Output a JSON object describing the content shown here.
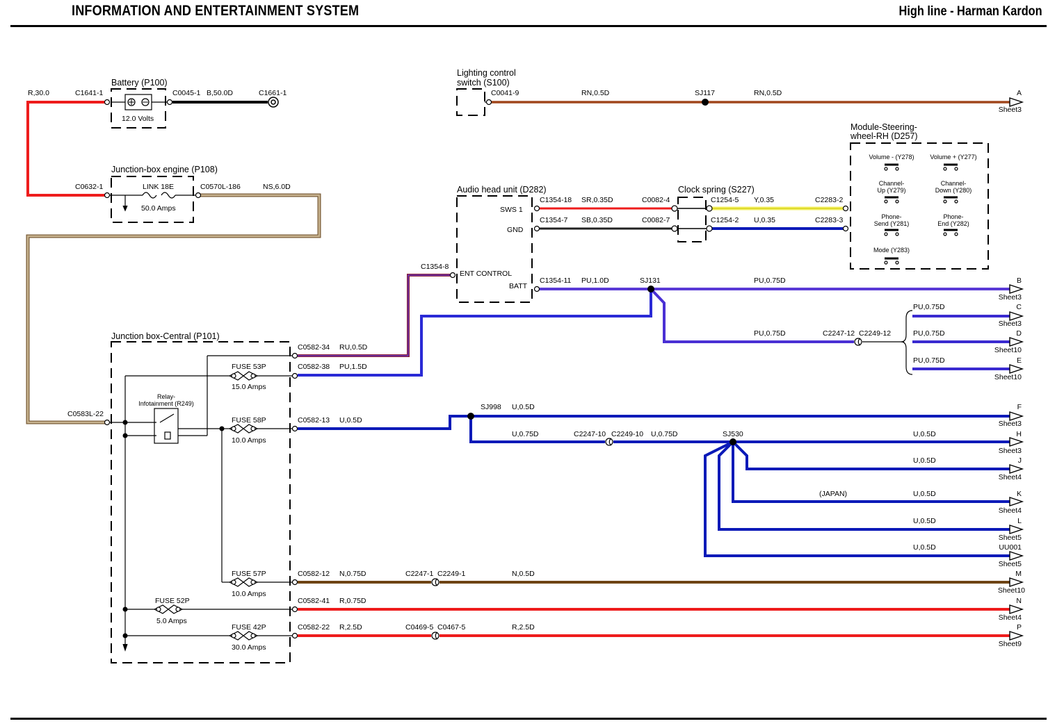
{
  "header": {
    "title": "INFORMATION AND ENTERTAINMENT SYSTEM",
    "subtitle": "High line - Harman Kardon"
  },
  "colors": {
    "red": "#ee1c1c",
    "blue": "#0b1ab8",
    "purple": "#5a3ad6",
    "brown": "#7a4a1a",
    "tan": "#a88c6a",
    "darkred": "#8c1f3a",
    "yellow": "#f4f060",
    "black": "#000000"
  },
  "components": {
    "battery": {
      "name": "Battery (P100)",
      "rating": "12.0 Volts"
    },
    "jbe": {
      "name": "Junction-box engine (P108)",
      "link": "LINK 18E",
      "rating": "50.0 Amps"
    },
    "lcs": {
      "name_line1": "Lighting control",
      "name_line2": "switch (S100)"
    },
    "ahu": {
      "name": "Audio head unit (D282)",
      "pins": [
        "SWS 1",
        "GND",
        "ENT CONTROL",
        "BATT"
      ]
    },
    "clock": {
      "name": "Clock spring (S227)"
    },
    "swm": {
      "name_line1": "Module-Steering-",
      "name_line2": "wheel-RH (D257)",
      "switches": [
        [
          "Volume - (Y278)"
        ],
        [
          "Volume + (Y277)"
        ],
        [
          "Channel-",
          "Up (Y279)"
        ],
        [
          "Channel-",
          "Down (Y280)"
        ],
        [
          "Phone-",
          "Send (Y281)"
        ],
        [
          "Phone-",
          "End (Y282)"
        ],
        [
          "Mode (Y283)"
        ]
      ]
    },
    "jbc": {
      "name": "Junction box-Central (P101)"
    },
    "relay": {
      "line1": "Relay-",
      "line2": "Infotainment (R249)"
    },
    "fuses": [
      {
        "name": "FUSE 53P",
        "rating": "15.0 Amps"
      },
      {
        "name": "FUSE 58P",
        "rating": "10.0 Amps"
      },
      {
        "name": "FUSE 57P",
        "rating": "10.0 Amps"
      },
      {
        "name": "FUSE 52P",
        "rating": "5.0 Amps"
      },
      {
        "name": "FUSE 42P",
        "rating": "30.0 Amps"
      }
    ]
  },
  "labels": {
    "bat_in": "R,30.0",
    "c1641": "C1641-1",
    "c0045": "C0045-1",
    "b50": "B,50.0D",
    "c1661": "C1661-1",
    "c0632": "C0632-1",
    "c0570": "C0570L-186",
    "ns6": "NS,6.0D",
    "c0583": "C0583L-22",
    "c0041": "C0041-9",
    "rn1": "RN,0.5D",
    "sj117": "SJ117",
    "rn2": "RN,0.5D",
    "c1354_18": "C1354-18",
    "sr035": "SR,0.35D",
    "c0082_4": "C0082-4",
    "c1254_5": "C1254-5",
    "y035": "Y,0.35",
    "c2283_2": "C2283-2",
    "c1354_7": "C1354-7",
    "sb035": "SB,0.35D",
    "c0082_7": "C0082-7",
    "c1254_2": "C1254-2",
    "u035": "U,0.35",
    "c2283_3": "C2283-3",
    "c1354_8": "C1354-8",
    "c1354_11": "C1354-11",
    "pu10": "PU,1.0D",
    "sj131": "SJ131",
    "pu075b": "PU,0.75D",
    "pu075c": "PU,0.75D",
    "pu075mid": "PU,0.75D",
    "c2247_12": "C2247-12",
    "c2249_12": "C2249-12",
    "pu075d": "PU,0.75D",
    "pu075e": "PU,0.75D",
    "c0582_34": "C0582-34",
    "ru05": "RU,0.5D",
    "c0582_38": "C0582-38",
    "pu15": "PU,1.5D",
    "c0582_13": "C0582-13",
    "u05a": "U,0.5D",
    "sj998": "SJ998",
    "u05f": "U,0.5D",
    "u075a": "U,0.75D",
    "c2247_10": "C2247-10",
    "c2249_10": "C2249-10",
    "u075b": "U,0.75D",
    "sj530": "SJ530",
    "u05h": "U,0.5D",
    "u05j": "U,0.5D",
    "japan": "(JAPAN)",
    "u05k": "U,0.5D",
    "u05l": "U,0.5D",
    "u05uu": "U,0.5D",
    "c0582_12": "C0582-12",
    "n075": "N,0.75D",
    "c2247_1": "C2247-1",
    "c2249_1": "C2249-1",
    "n05": "N,0.5D",
    "c0582_41": "C0582-41",
    "r075": "R,0.75D",
    "c0582_22": "C0582-22",
    "r25a": "R,2.5D",
    "c0469": "C0469-5",
    "c0467": "C0467-5",
    "r25b": "R,2.5D"
  },
  "outputs": [
    {
      "letter": "A",
      "sheet": "Sheet3"
    },
    {
      "letter": "B",
      "sheet": "Sheet3"
    },
    {
      "letter": "C",
      "sheet": "Sheet3"
    },
    {
      "letter": "D",
      "sheet": "Sheet10"
    },
    {
      "letter": "E",
      "sheet": "Sheet10"
    },
    {
      "letter": "F",
      "sheet": "Sheet3"
    },
    {
      "letter": "H",
      "sheet": "Sheet3"
    },
    {
      "letter": "J",
      "sheet": "Sheet4"
    },
    {
      "letter": "K",
      "sheet": "Sheet4"
    },
    {
      "letter": "L",
      "sheet": "Sheet5"
    },
    {
      "letter": "UU001",
      "sheet": "Sheet5"
    },
    {
      "letter": "M",
      "sheet": "Sheet10"
    },
    {
      "letter": "N",
      "sheet": "Sheet4"
    },
    {
      "letter": "P",
      "sheet": "Sheet9"
    }
  ]
}
